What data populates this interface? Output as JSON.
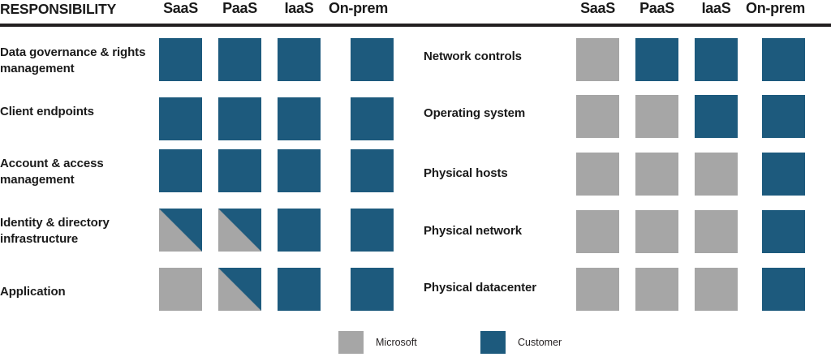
{
  "header": {
    "title": "RESPONSIBILITY",
    "columns": [
      "SaaS",
      "PaaS",
      "IaaS",
      "On-prem"
    ]
  },
  "legend": {
    "items": [
      {
        "label": "Microsoft",
        "color": "#a6a6a6",
        "key": "microsoft"
      },
      {
        "label": "Customer",
        "color": "#1d5a7d",
        "key": "customer"
      }
    ]
  },
  "colors": {
    "customer": "#1d5a7d",
    "microsoft": "#a6a6a6",
    "rule": "#231f20",
    "text": "#1a1a1a",
    "background": "#ffffff"
  },
  "left_panel": {
    "rows": [
      {
        "label": "Data governance & rights management",
        "cells": [
          "customer",
          "customer",
          "customer",
          "customer"
        ]
      },
      {
        "label": "Client endpoints",
        "cells": [
          "customer",
          "customer",
          "customer",
          "customer"
        ]
      },
      {
        "label": "Account & access management",
        "cells": [
          "customer",
          "customer",
          "customer",
          "customer"
        ]
      },
      {
        "label": "Identity & directory infrastructure",
        "cells": [
          "split",
          "split",
          "customer",
          "customer"
        ]
      },
      {
        "label": "Application",
        "cells": [
          "microsoft",
          "split",
          "customer",
          "customer"
        ]
      }
    ]
  },
  "right_panel": {
    "rows": [
      {
        "label": "Network controls",
        "cells": [
          "microsoft",
          "customer",
          "customer",
          "customer"
        ]
      },
      {
        "label": "Operating system",
        "cells": [
          "microsoft",
          "microsoft",
          "customer",
          "customer"
        ]
      },
      {
        "label": "Physical hosts",
        "cells": [
          "microsoft",
          "microsoft",
          "microsoft",
          "customer"
        ]
      },
      {
        "label": "Physical network",
        "cells": [
          "microsoft",
          "microsoft",
          "microsoft",
          "customer"
        ]
      },
      {
        "label": "Physical datacenter",
        "cells": [
          "microsoft",
          "microsoft",
          "microsoft",
          "customer"
        ]
      }
    ]
  }
}
